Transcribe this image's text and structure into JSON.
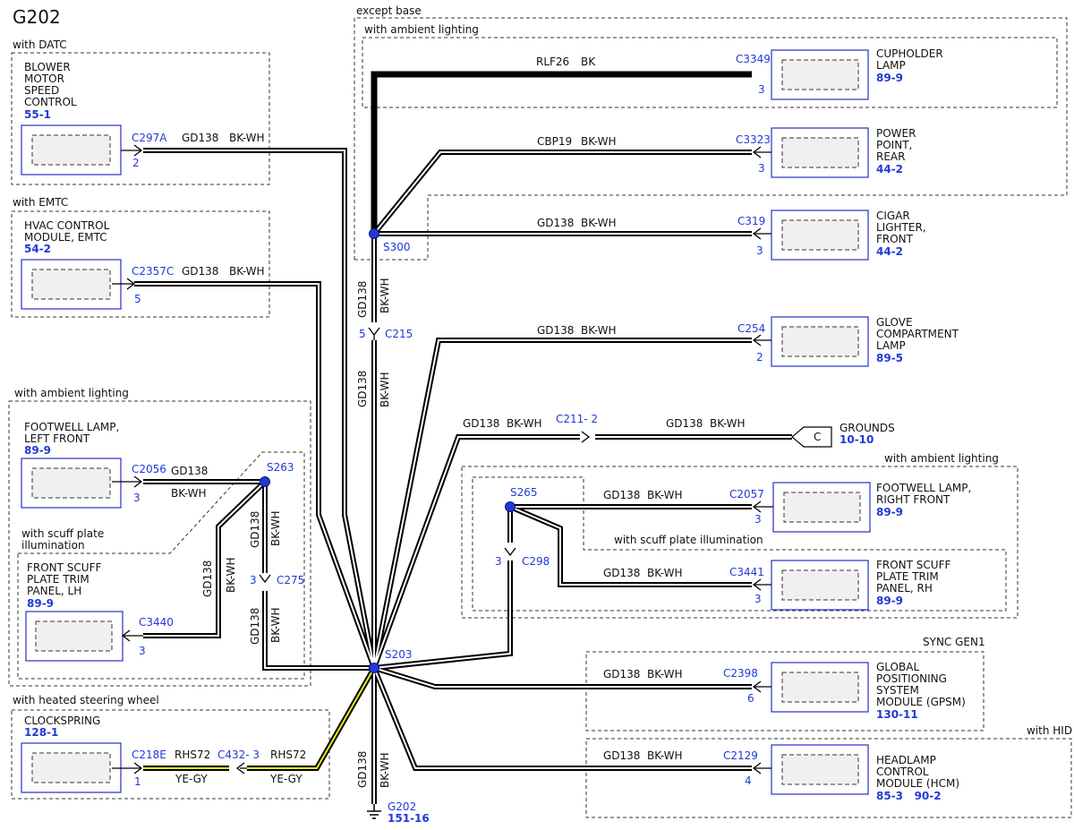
{
  "title": "G202",
  "colors": {
    "connector_blue": "#1f3ad6",
    "wire_ye_gy": "#e8e81c"
  },
  "groups": {
    "with_datc": "with DATC",
    "with_emtc": "with EMTC",
    "with_ambient_left": "with ambient lighting",
    "with_scuff_left": [
      "with scuff plate",
      "illumination"
    ],
    "with_heated": "with heated steering wheel",
    "except_base": "except base",
    "with_ambient_top": "with ambient lighting",
    "with_ambient_right": "with ambient lighting",
    "with_scuff_right": "with scuff plate illumination",
    "sync_gen1": "SYNC GEN1",
    "with_hid": "with HID"
  },
  "components": {
    "blower": {
      "lines": [
        "BLOWER",
        "MOTOR",
        "SPEED",
        "CONTROL"
      ],
      "ref": "55-1",
      "connector": "C297A",
      "pin": "2"
    },
    "hvac": {
      "lines": [
        "HVAC CONTROL",
        "MODULE, EMTC"
      ],
      "ref": "54-2",
      "connector": "C2357C",
      "pin": "5"
    },
    "footwell_lf": {
      "lines": [
        "FOOTWELL LAMP,",
        "LEFT FRONT"
      ],
      "ref": "89-9",
      "connector": "C2056",
      "pin": "3"
    },
    "scuff_lh": {
      "lines": [
        "FRONT SCUFF",
        "PLATE TRIM",
        "PANEL, LH"
      ],
      "ref": "89-9",
      "connector": "C3440",
      "pin": "3"
    },
    "clockspring": {
      "lines": [
        "CLOCKSPRING"
      ],
      "ref": "128-1",
      "connector": "C218E",
      "pin": "1"
    },
    "cupholder": {
      "lines": [
        "CUPHOLDER",
        "LAMP"
      ],
      "ref": "89-9",
      "connector": "C3349",
      "pin": "3"
    },
    "power_point": {
      "lines": [
        "POWER",
        "POINT,",
        "REAR"
      ],
      "ref": "44-2",
      "connector": "C3323",
      "pin": "3"
    },
    "cigar": {
      "lines": [
        "CIGAR",
        "LIGHTER,",
        "FRONT"
      ],
      "ref": "44-2",
      "connector": "C319",
      "pin": "3"
    },
    "glove": {
      "lines": [
        "GLOVE",
        "COMPARTMENT",
        "LAMP"
      ],
      "ref": "89-5",
      "connector": "C254",
      "pin": "2"
    },
    "footwell_rf": {
      "lines": [
        "FOOTWELL LAMP,",
        "RIGHT FRONT"
      ],
      "ref": "89-9",
      "connector": "C2057",
      "pin": "3"
    },
    "scuff_rh": {
      "lines": [
        "FRONT SCUFF",
        "PLATE TRIM",
        "PANEL, RH"
      ],
      "ref": "89-9",
      "connector": "C3441",
      "pin": "3"
    },
    "gpsm": {
      "lines": [
        "GLOBAL",
        "POSITIONING",
        "SYSTEM",
        "MODULE (GPSM)"
      ],
      "ref": "130-11",
      "connector": "C2398",
      "pin": "6"
    },
    "hcm": {
      "lines": [
        "HEADLAMP",
        "CONTROL",
        "MODULE (HCM)"
      ],
      "ref": "85-3   90-2",
      "connector": "C2129",
      "pin": "4"
    }
  },
  "grounds": {
    "label": "GROUNDS",
    "ref": "10-10",
    "letter": "C"
  },
  "splices": {
    "s300": "S300",
    "s263": "S263",
    "s265": "S265",
    "s203": "S203"
  },
  "inline_connectors": {
    "c215": {
      "label": "C215",
      "pin": "5"
    },
    "c275": {
      "label": "C275",
      "pin": "3"
    },
    "c298": {
      "label": "C298",
      "pin": "3"
    },
    "c211": {
      "label": "C211- 2"
    },
    "c432": {
      "label": "C432- 3"
    }
  },
  "ground_point": {
    "label": "G202",
    "ref": "151-16"
  },
  "wires": {
    "gd138": "GD138",
    "bkwh": "BK-WH",
    "rlf26": "RLF26",
    "bk": "BK",
    "cbp19": "CBP19",
    "rhs72": "RHS72",
    "yegy": "YE-GY"
  }
}
